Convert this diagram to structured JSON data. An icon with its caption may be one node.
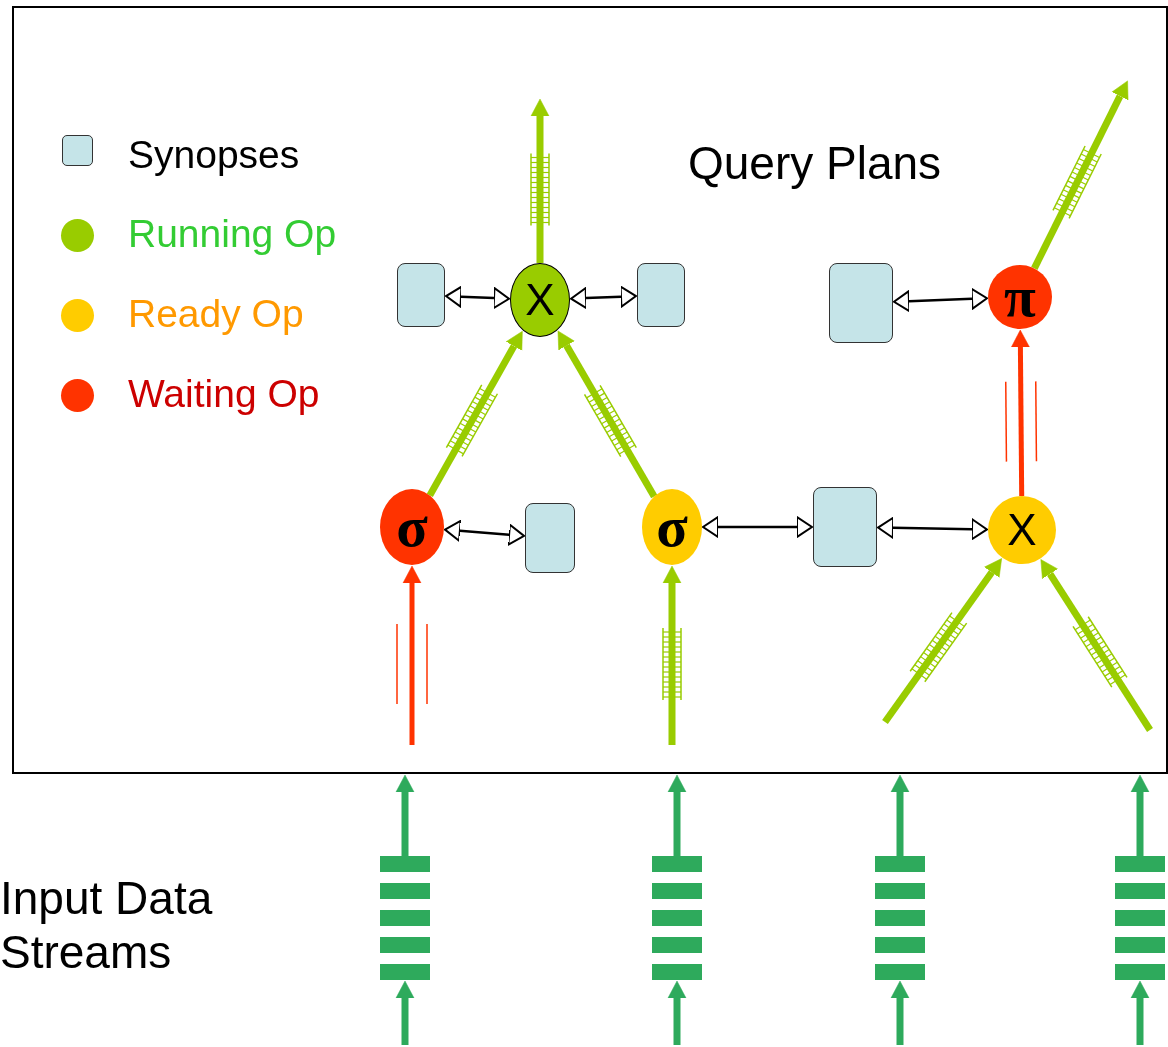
{
  "diagram": {
    "nodes": [
      {
        "text": [
          "Query Plans"
        ]
      },
      {
        "text": [],
        "shape": "box",
        "in": 0
      },
      {
        "text": [
          "X"
        ],
        "in": 0
      },
      {
        "text": [],
        "shape": "box",
        "in": 0
      },
      {
        "text": [],
        "shape": "box",
        "in": 0
      },
      {
        "text": [
          "π"
        ],
        "in": 0
      },
      {
        "text": [
          "σ"
        ],
        "in": 0
      },
      {
        "text": [],
        "shape": "box",
        "in": 0
      },
      {
        "text": [
          "σ"
        ],
        "in": 0
      },
      {
        "text": [],
        "shape": "box",
        "in": 0
      },
      {
        "text": [
          "X"
        ],
        "in": 0
      },
      {
        "text": [],
        "shape": "bar"
      },
      {
        "text": [],
        "shape": "bar"
      },
      {
        "text": [],
        "shape": "bar"
      },
      {
        "text": [],
        "shape": "bar"
      }
    ],
    "edges": [
      {
        "from": 2,
        "to": null,
        "arrow": "to",
        "color": "#99cc00"
      },
      {
        "from": 1,
        "to": 2,
        "arrow": "both",
        "color": "#000000"
      },
      {
        "from": 2,
        "to": 3,
        "arrow": "both",
        "color": "#000000"
      },
      {
        "from": 4,
        "to": 5,
        "arrow": "both",
        "color": "#000000"
      },
      {
        "from": 5,
        "to": null,
        "arrow": "to",
        "color": "#99cc00"
      },
      {
        "from": 6,
        "to": 2,
        "arrow": "to",
        "color": "#99cc00"
      },
      {
        "from": 8,
        "to": 2,
        "arrow": "to",
        "color": "#99cc00"
      },
      {
        "from": 10,
        "to": 5,
        "arrow": "to",
        "color": "#ff3300"
      },
      {
        "from": 6,
        "to": 7,
        "arrow": "both",
        "color": "#000000"
      },
      {
        "from": 8,
        "to": 9,
        "arrow": "both",
        "color": "#000000"
      },
      {
        "from": 9,
        "to": 10,
        "arrow": "both",
        "color": "#000000"
      },
      {
        "from": null,
        "to": 6,
        "arrow": "to",
        "color": "#ff3300"
      },
      {
        "from": null,
        "to": 8,
        "arrow": "to",
        "color": "#99cc00"
      },
      {
        "from": null,
        "to": 10,
        "arrow": "to",
        "color": "#99cc00"
      },
      {
        "from": null,
        "to": 10,
        "arrow": "to",
        "color": "#99cc00"
      },
      {
        "from": null,
        "to": 11,
        "arrow": "to"
      },
      {
        "from": null,
        "to": 12,
        "arrow": "to"
      },
      {
        "from": null,
        "to": 13,
        "arrow": "to"
      },
      {
        "from": null,
        "to": 14,
        "arrow": "to"
      },
      {
        "from": 11,
        "to": 0,
        "arrow": "to"
      },
      {
        "from": 12,
        "to": 0,
        "arrow": "to"
      },
      {
        "from": 13,
        "to": 0,
        "arrow": "to"
      },
      {
        "from": 14,
        "to": 0,
        "arrow": "to"
      }
    ],
    "labels": [
      "Input Data Streams"
    ],
    "legend": [
      {
        "text": "Synopses"
      },
      {
        "text": "Running Op",
        "color": "#99cc00"
      },
      {
        "text": "Ready Op",
        "color": "#ffcc00"
      },
      {
        "text": "Waiting Op",
        "color": "#ff3300"
      }
    ]
  }
}
